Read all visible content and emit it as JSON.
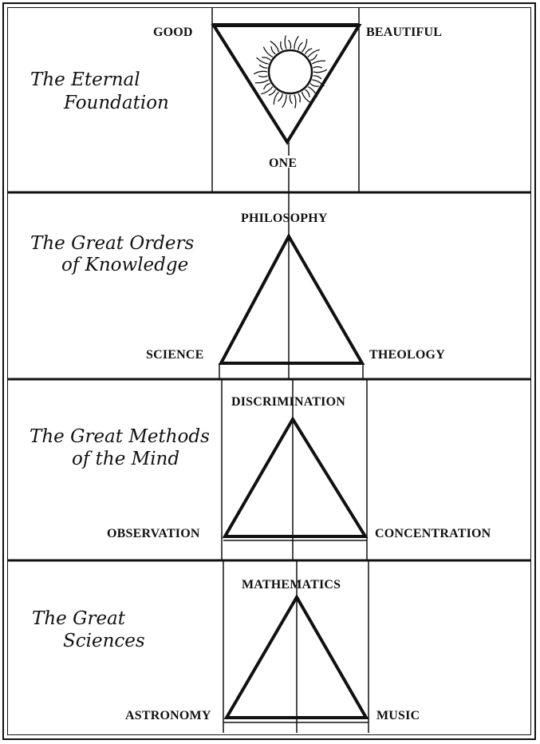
{
  "sections": [
    {
      "heading_line1": "The Eternal",
      "heading_line2": "Foundation",
      "top_left": "GOOD",
      "top_right": "BEAUTIFUL",
      "bottom": "ONE"
    },
    {
      "heading_line1": "The Great Orders",
      "heading_line2": "of Knowledge",
      "apex": "PHILOSOPHY",
      "left": "SCIENCE",
      "right": "THEOLOGY"
    },
    {
      "heading_line1": "The Great Methods",
      "heading_line2": "of the Mind",
      "apex": "DISCRIMINATION",
      "left": "OBSERVATION",
      "right": "CONCENTRATION"
    },
    {
      "heading_line1": "The Great",
      "heading_line2": "Sciences",
      "apex": "MATHEMATICS",
      "left": "ASTRONOMY",
      "right": "MUSIC"
    }
  ],
  "icons": {
    "sun": "sun-icon"
  },
  "colors": {
    "ink": "#111111",
    "paper": "#ffffff"
  }
}
